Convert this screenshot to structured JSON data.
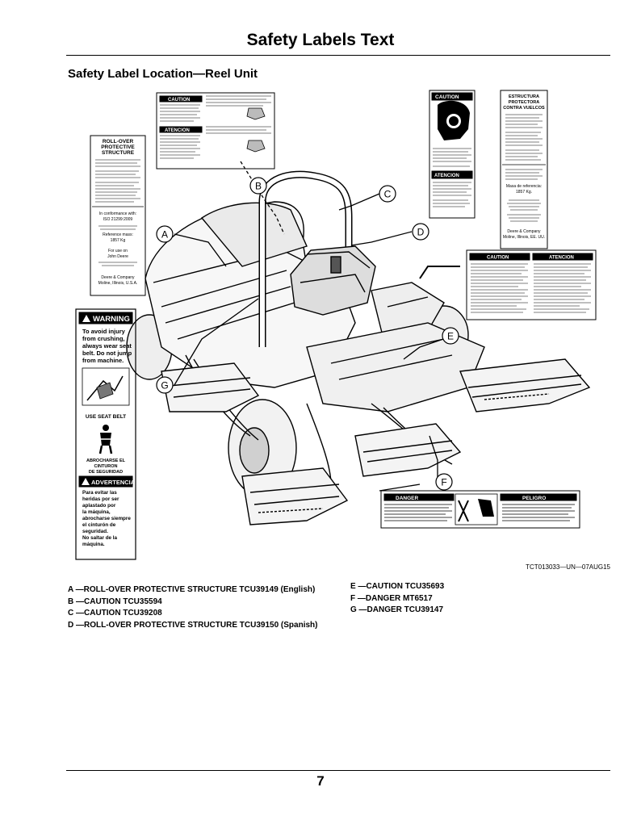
{
  "header": {
    "title": "Safety Labels Text"
  },
  "section": {
    "heading": "Safety Label Location—Reel Unit"
  },
  "figure": {
    "id": "TCT013033—UN—07AUG15",
    "callouts": [
      "A",
      "B",
      "C",
      "D",
      "E",
      "F",
      "G"
    ],
    "rops_label_en": {
      "title_l1": "ROLL-OVER",
      "title_l2": "PROTECTIVE",
      "title_l3": "STRUCTURE",
      "conformance_l1": "In conformance with:",
      "conformance_l2": "ISO 21299:2009",
      "ref_l1": "Reference mass:",
      "ref_l2": "1857 Kg",
      "use_l1": "For use on",
      "use_l2": "John Deere",
      "company_l1": "Deere & Company",
      "company_l2": "Moline, Illinois, U.S.A."
    },
    "rops_label_es": {
      "title_l1": "ESTRUCTURA",
      "title_l2": "PROTECTORA",
      "title_l3": "CONTRA VUELCOS",
      "ref_l1": "Masa de referencia:",
      "ref_l2": "1857 Kg.",
      "company_l1": "Deere & Company",
      "company_l2": "Moline, Illinois, EE. UU."
    },
    "caution_en": "CAUTION",
    "atencion": "ATENCION",
    "warning": "WARNING",
    "warning_text_l1": "To avoid injury",
    "warning_text_l2": "from crushing,",
    "warning_text_l3": "always wear seat",
    "warning_text_l4": "belt. Do not jump",
    "warning_text_l5": "from machine.",
    "use_seat_belt": "USE SEAT BELT",
    "abrocharse_l1": "ABROCHARSE EL",
    "abrocharse_l2": "CINTURON",
    "abrocharse_l3": "DE SEGURIDAD",
    "advertencia": "ADVERTENCIA",
    "adv_l1": "Para evitar las",
    "adv_l2": "heridas por ser",
    "adv_l3": "aplastado por",
    "adv_l4": "la máquina,",
    "adv_l5": "abrocharse siempre",
    "adv_l6": "el cinturón de",
    "adv_l7": "seguridad.",
    "adv_l8": "No saltar de la",
    "adv_l9": "máquina.",
    "danger": "DANGER",
    "peligro": "PELIGRO"
  },
  "legend": {
    "left": [
      "A —ROLL-OVER PROTECTIVE STRUCTURE TCU39149 (English)",
      "B —CAUTION TCU35594",
      "C —CAUTION TCU39208",
      "D —ROLL-OVER PROTECTIVE STRUCTURE TCU39150 (Spanish)"
    ],
    "right": [
      "E —CAUTION TCU35693",
      "F —DANGER MT6517",
      "G —DANGER TCU39147"
    ]
  },
  "footer": {
    "page_number": "7"
  }
}
